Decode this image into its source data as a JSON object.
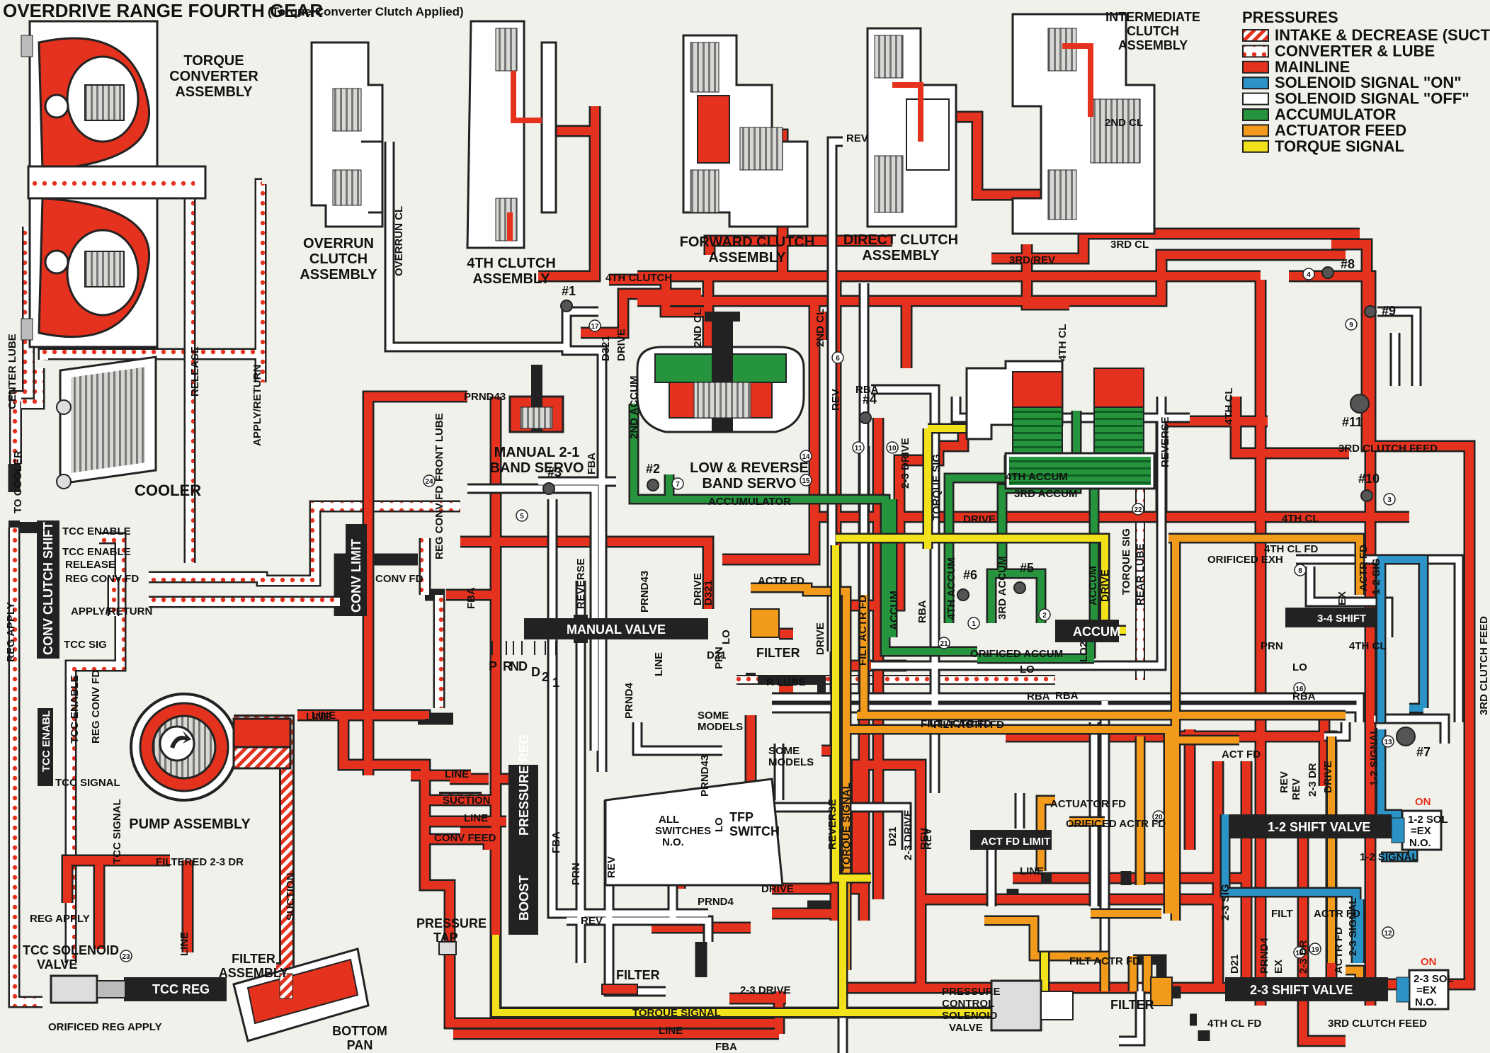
{
  "title": "OVERDRIVE RANGE FOURTH GEAR",
  "subtitle": "(Torque Converter Clutch Applied)",
  "legend": {
    "heading": "PRESSURES",
    "items": [
      {
        "label": "INTAKE & DECREASE (SUCTION)",
        "color": "#e5321e",
        "pattern": "hatch"
      },
      {
        "label": "CONVERTER & LUBE",
        "color": "#e5321e",
        "pattern": "dots"
      },
      {
        "label": "MAINLINE",
        "color": "#e5321e",
        "pattern": "solid"
      },
      {
        "label": "SOLENOID SIGNAL \"ON\"",
        "color": "#2b93c6",
        "pattern": "solid"
      },
      {
        "label": "SOLENOID SIGNAL \"OFF\"",
        "color": "#ffffff",
        "pattern": "outline"
      },
      {
        "label": "ACCUMULATOR",
        "color": "#25943c",
        "pattern": "solid"
      },
      {
        "label": "ACTUATOR FEED",
        "color": "#f29a1b",
        "pattern": "solid"
      },
      {
        "label": "TORQUE SIGNAL",
        "color": "#f2e21b",
        "pattern": "solid"
      }
    ]
  },
  "components": {
    "torque_converter": "TORQUE CONVERTER ASSEMBLY",
    "overrun_clutch": "OVERRUN CLUTCH ASSEMBLY",
    "fourth_clutch": "4TH CLUTCH ASSEMBLY",
    "forward_clutch": "FORWARD CLUTCH ASSEMBLY",
    "direct_clutch": "DIRECT CLUTCH ASSEMBLY",
    "intermediate_clutch": "INTERMEDIATE CLUTCH ASSEMBLY",
    "cooler": "COOLER",
    "manual_21_servo": "MANUAL 2-1 BAND SERVO",
    "low_reverse_servo": "LOW & REVERSE BAND SERVO",
    "pump": "PUMP ASSEMBLY",
    "tcc_solenoid": "TCC SOLENOID VALVE",
    "filter_assembly": "FILTER ASSEMBLY",
    "bottom_pan": "BOTTOM PAN",
    "pressure_tap": "PRESSURE TAP",
    "pcs_valve": "PRESSURE CONTROL SOLENOID VALVE",
    "filter": "FILTER",
    "tfp_switch": "TFP SWITCH",
    "all_switches": "ALL SWITCHES N.O.",
    "some_models": "SOME MODELS"
  },
  "valves": {
    "conv_clutch_shift": "CONV CLUTCH SHIFT",
    "conv_limit": "CONV LIMIT",
    "tcc_enable": "TCC ENABL",
    "tcc_reg": "TCC REG",
    "manual_valve": "MANUAL VALVE",
    "pressure_reg": "PRESSURE REG",
    "boost": "BOOST",
    "accum": "ACCUM",
    "act_fd_limit": "ACT FD LIMIT",
    "shift_34": "3-4 SHIFT",
    "shift_12": "1-2 SHIFT VALVE",
    "shift_23": "2-3 SHIFT VALVE",
    "sol_12": "1-2 SOL",
    "sol_23": "2-3 SOL",
    "sol_ex": "=EX",
    "sol_no": "N.O.",
    "sol_on": "ON"
  },
  "shift_positions": [
    "P",
    "R",
    "N",
    "D",
    "D",
    "2",
    "1"
  ],
  "labels": {
    "tcc_enable": "TCC ENABLE",
    "release": "RELEASE",
    "reg_conv_fd": "REG CONV FD",
    "apply_return": "APPLY/RETURN",
    "tcc_sig": "TCC SIG",
    "to_cooler": "TO COOLER",
    "center_lube": "CENTER LUBE",
    "reg_apply": "REG APPLY",
    "tcc_signal": "TCC SIGNAL",
    "filtered_23_dr": "FILTERED 2-3 DR",
    "orificed_reg_apply": "ORIFICED REG APPLY",
    "line": "LINE",
    "suction": "SUCTION",
    "conv_feed": "CONV FEED",
    "conv_fd": "CONV FD",
    "front_lube": "FRONT LUBE",
    "overrun_cl": "OVERRUN CL",
    "fourth_clutch": "4TH CLUTCH",
    "d321": "D321",
    "drive": "DRIVE",
    "prnd43": "PRND43",
    "fba": "FBA",
    "second_accum": "2ND ACCUM",
    "second_cl": "2ND CL",
    "accumulator": "ACCUMULATOR",
    "rba": "RBA",
    "rev": "REV",
    "drive_23": "2-3 DRIVE",
    "torque_sig": "TORQUE SIG",
    "torque_signal": "TORQUE SIGNAL",
    "fourth_accum": "4TH ACCUM",
    "third_accum": "3RD ACCUM",
    "fourth_cl": "4TH CL",
    "third_rev": "3RD/REV",
    "third_cl": "3RD CL",
    "third_clutch_feed": "3RD CLUTCH FEED",
    "reverse": "REVERSE",
    "actr_fd": "ACTR FD",
    "filt_actr_fd": "FILT ACTR FD",
    "accum": "ACCUM",
    "rear_lube": "REAR LUBE",
    "orificed_accum": "ORIFICED ACCUM",
    "lo": "LO",
    "r_lube": "R LUBE",
    "prn": "PRN",
    "prnd4": "PRND4",
    "d21": "D21",
    "fourth_cl_fd": "4TH CL FD",
    "orificed_exh": "ORIFICED EXH",
    "signal_12": "1-2 SIGNAL",
    "sig_12": "1-2 SIG",
    "act_fd": "ACT FD",
    "actuator_fd": "ACTUATOR FD",
    "orificed_actr_fd": "ORIFICED ACTR FD",
    "sig_23": "2-3 SIG",
    "signal_23": "2-3 SIGNAL",
    "filt": "FILT",
    "dr_23": "2-3 DR",
    "filter": "FILTER",
    "ex": "EX",
    "lo2": "LO2",
    "filter_label": "FILTER"
  },
  "checkballs": [
    "#1",
    "#2",
    "#3",
    "#4",
    "#5",
    "#6",
    "#7",
    "#8",
    "#9",
    "#10",
    "#11"
  ],
  "orifices": [
    "1",
    "2",
    "3",
    "4",
    "5",
    "6",
    "7",
    "8",
    "9",
    "10",
    "11",
    "12",
    "13",
    "14",
    "15",
    "16",
    "17",
    "18",
    "19",
    "20",
    "21",
    "22",
    "23",
    "24"
  ]
}
